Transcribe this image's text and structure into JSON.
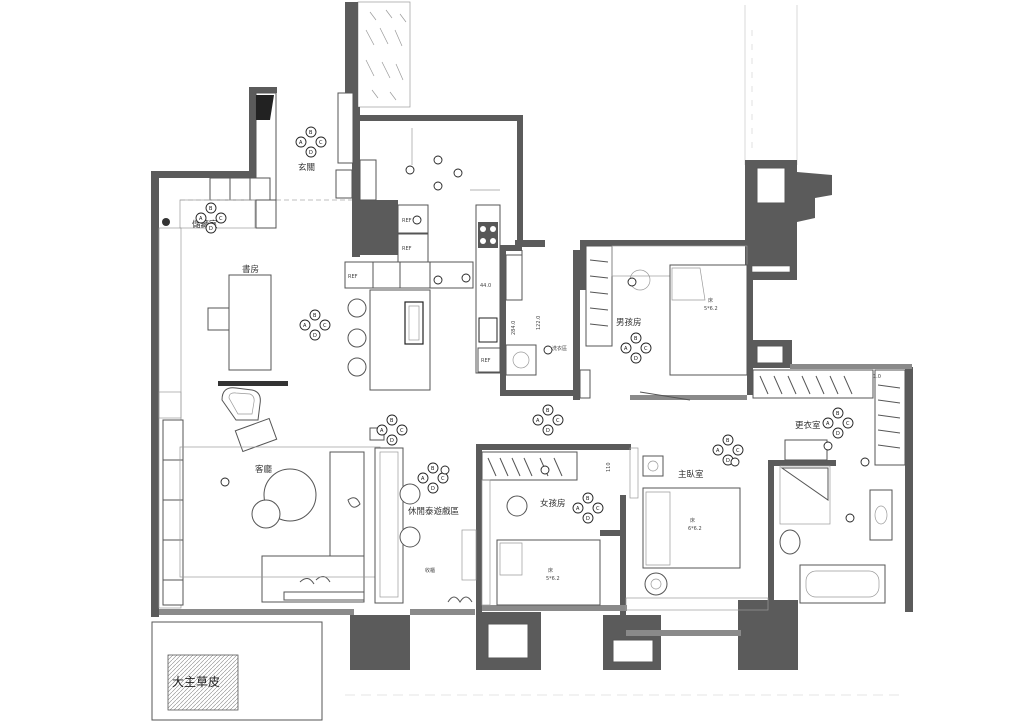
{
  "rooms": {
    "entrance": "玄關",
    "storage": "儲藏室",
    "study": "書房",
    "living": "客廳",
    "leisure": "休閒泰遊戲區",
    "boys_room": "男孩房",
    "girls_room": "女孩房",
    "master_bedroom": "主臥室",
    "walk_in_closet": "更衣室",
    "laundry": "洗衣區",
    "balcony": "大主草皮"
  },
  "fixtures": {
    "ref_1": "REF",
    "ref_2": "REF",
    "ref_3": "REF",
    "ref_4": "REF",
    "bed_boys": "床",
    "bed_boys_size": "5*6.2",
    "bed_girls": "床",
    "bed_girls_size": "5*6.2",
    "bed_master": "床",
    "bed_master_size": "6*6.2",
    "cabinet": "收櫃",
    "dim_440": "44.0",
    "dim_1220": "122.0",
    "dim_2840": "284.0",
    "dim_110": "110",
    "small_dim": "1.0"
  },
  "markers": [
    {
      "id": "m1",
      "letters": [
        "A",
        "B",
        "C",
        "D"
      ]
    },
    {
      "id": "m2",
      "letters": [
        "A",
        "B",
        "C",
        "D"
      ]
    },
    {
      "id": "m3",
      "letters": [
        "A",
        "B",
        "C",
        "D"
      ]
    },
    {
      "id": "m4",
      "letters": [
        "A",
        "B",
        "C",
        "D"
      ]
    },
    {
      "id": "m5",
      "letters": [
        "A",
        "B",
        "C",
        "D"
      ]
    },
    {
      "id": "m6",
      "letters": [
        "A",
        "B",
        "C",
        "D"
      ]
    },
    {
      "id": "m7",
      "letters": [
        "A",
        "B",
        "C",
        "D"
      ]
    },
    {
      "id": "m8",
      "letters": [
        "A",
        "B",
        "C",
        "D"
      ]
    },
    {
      "id": "m9",
      "letters": [
        "A",
        "B",
        "C",
        "D"
      ]
    },
    {
      "id": "m10",
      "letters": [
        "A",
        "B",
        "C",
        "D"
      ]
    }
  ]
}
